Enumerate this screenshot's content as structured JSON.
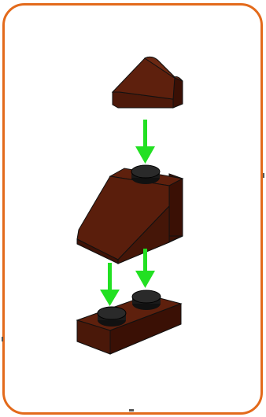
{
  "diagram": {
    "type": "lego-assembly-step",
    "colors": {
      "frame_border": "#e36a1b",
      "brick_brown": "#5a1e0c",
      "brick_dark": "#3a1005",
      "stud_black": "#1a1a1a",
      "arrow_green": "#22e022"
    },
    "parts": [
      {
        "name": "slope-brick-1x1"
      },
      {
        "name": "slope-brick-1x2"
      },
      {
        "name": "plate-1x2"
      }
    ]
  }
}
